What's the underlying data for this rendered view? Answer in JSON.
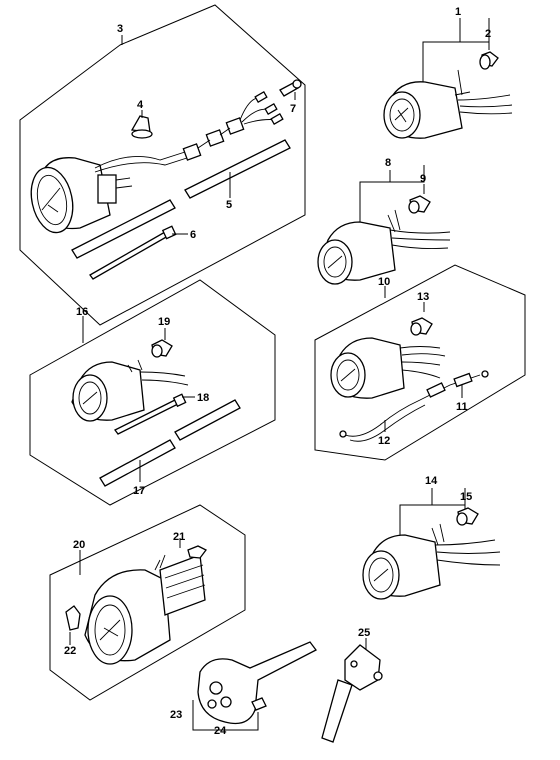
{
  "callouts": {
    "c1": "1",
    "c2": "2",
    "c3": "3",
    "c4": "4",
    "c5": "5",
    "c6": "6",
    "c7": "7",
    "c8": "8",
    "c9": "9",
    "c10": "10",
    "c11": "11",
    "c12": "12",
    "c13": "13",
    "c14": "14",
    "c15": "15",
    "c16": "16",
    "c17": "17",
    "c18": "18",
    "c19": "19",
    "c20": "20",
    "c21": "21",
    "c22": "22",
    "c23": "23",
    "c24": "24",
    "c25": "25"
  },
  "colors": {
    "ink": "#000000",
    "paper": "#ffffff"
  },
  "icons": [
    "gauge-icon",
    "bulb-icon",
    "cable-tie-icon",
    "hose-icon",
    "wire-harness-icon",
    "bracket-icon",
    "lever-icon"
  ]
}
